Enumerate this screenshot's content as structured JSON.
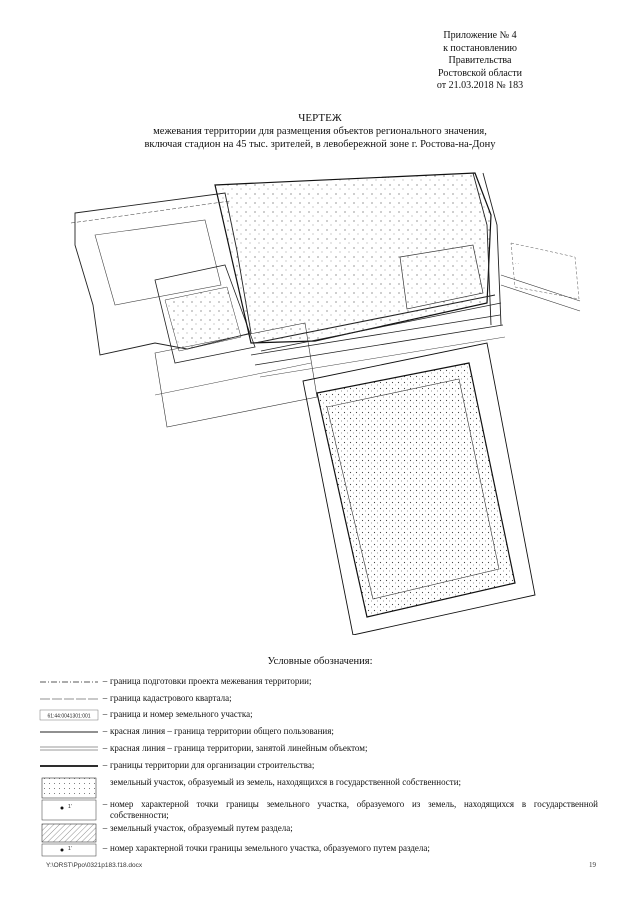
{
  "appendix": {
    "line1": "Приложение № 4",
    "line2": "к постановлению",
    "line3": "Правительства",
    "line4": "Ростовской области",
    "line5": "от 21.03.2018 № 183"
  },
  "title": {
    "main": "ЧЕРТЕЖ",
    "line1": "межевания территории для размещения объектов регионального значения,",
    "line2": "включая стадион на 45 тыс. зрителей, в левобережной зоне г. Ростова-на-Дону"
  },
  "legend": {
    "title": "Условные обозначения:",
    "dash": "–",
    "cadastral_code": "61:44:0041301:001",
    "point_label": "1'",
    "items": [
      {
        "text": "граница подготовки проекта межевания территории;"
      },
      {
        "text": "граница кадастрового квартала;"
      },
      {
        "text": "граница и номер земельного участка;"
      },
      {
        "text": "красная линия – граница территории общего пользования;"
      },
      {
        "text": "красная линия – граница территории, занятой линейным объектом;"
      },
      {
        "text": "границы территории для организации строительства;"
      },
      {
        "text": "земельный участок, образуемый из земель, находящихся в государственной собственности;"
      },
      {
        "text": "номер характерной точки границы земельного участка, образуемого из земель, находящихся в государственной собственности;"
      },
      {
        "text": "земельный участок, образуемый путем раздела;"
      },
      {
        "text": "номер характерной точки границы земельного участка, образуемого путем раздела;"
      }
    ]
  },
  "footer": {
    "path": "Y:\\ORST\\Ppo\\0321p183.f18.docx",
    "page": "19"
  }
}
